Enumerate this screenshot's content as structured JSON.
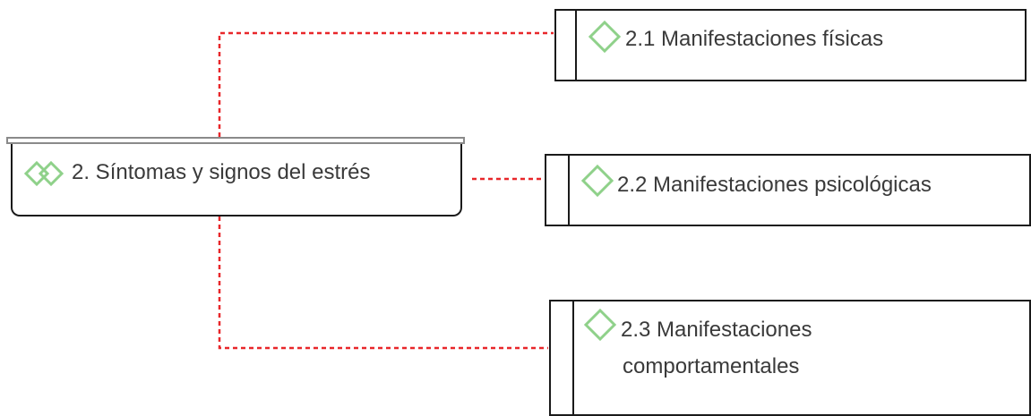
{
  "diagram": {
    "title": "",
    "line_color": "#e8272a",
    "icon_color": "#8fd18a",
    "central": {
      "label": "2. Síntomas y signos del estrés",
      "icon": "double-diamond-icon"
    },
    "children": [
      {
        "label": "2.1 Manifestaciones físicas",
        "icon": "diamond-icon"
      },
      {
        "label": "2.2 Manifestaciones psicológicas",
        "icon": "diamond-icon"
      },
      {
        "label_line1": "2.3 Manifestaciones",
        "label_line2": "comportamentales",
        "icon": "diamond-icon"
      }
    ]
  }
}
